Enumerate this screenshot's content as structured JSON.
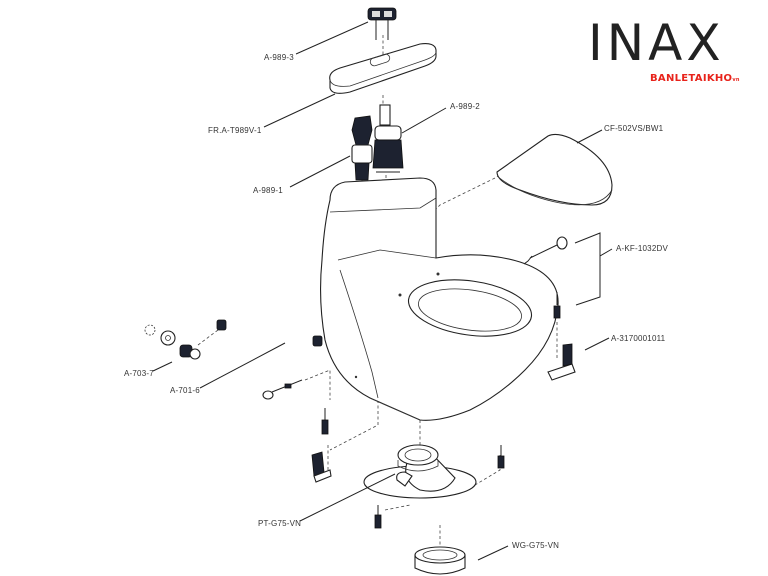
{
  "logo": {
    "brand": "INAX",
    "site": "BANLETAIKHO",
    "site_suffix": "vn",
    "site_color": "#e8231b"
  },
  "parts": [
    {
      "code": "A-989-3"
    },
    {
      "code": "FR.A-T989V-1"
    },
    {
      "code": "A-989-2"
    },
    {
      "code": "A-989-1"
    },
    {
      "code": "CF-502VS/BW1"
    },
    {
      "code": "A-KF-1032DV"
    },
    {
      "code": "A-3170001011"
    },
    {
      "code": "A-703-7"
    },
    {
      "code": "A-701-6"
    },
    {
      "code": "PT-G75-VN"
    },
    {
      "code": "WG-G75-VN"
    }
  ]
}
